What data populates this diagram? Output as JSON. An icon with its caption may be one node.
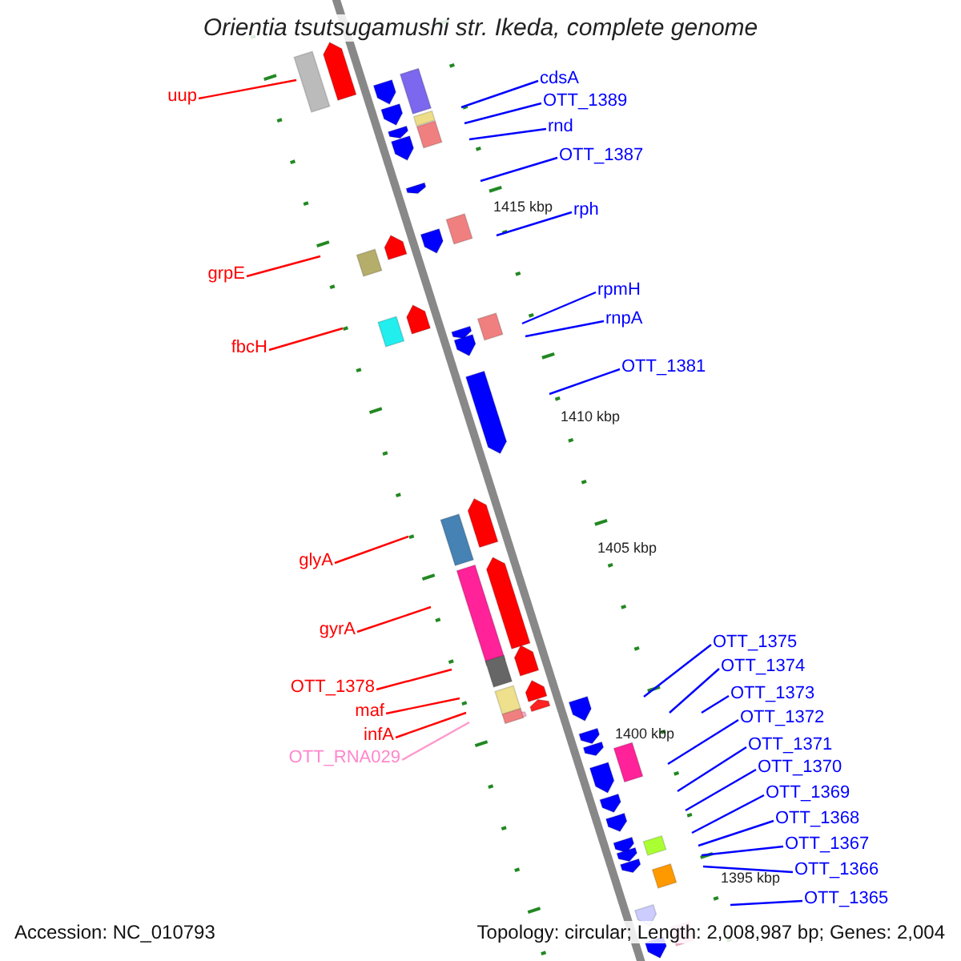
{
  "diagram": {
    "title": "Orientia tsutsugamushi str. Ikeda, complete genome",
    "nodes": [
      {
        "text": [
          "cdsA"
        ]
      },
      {
        "text": [
          "uup"
        ]
      },
      {
        "text": [
          "OTT_1389"
        ]
      },
      {
        "text": [
          "rnd"
        ]
      },
      {
        "text": [
          "OTT_1387"
        ]
      },
      {
        "text": [
          "rph"
        ]
      },
      {
        "text": [
          "grpE"
        ]
      },
      {
        "text": [
          "rpmH"
        ]
      },
      {
        "text": [
          "rnpA"
        ]
      },
      {
        "text": [
          "fbcH"
        ]
      },
      {
        "text": [
          "OTT_1381"
        ]
      },
      {
        "text": [
          "glyA"
        ]
      },
      {
        "text": [
          "gyrA"
        ]
      },
      {
        "text": [
          "OTT_1375"
        ]
      },
      {
        "text": [
          "OTT_1374"
        ]
      },
      {
        "text": [
          "OTT_1378"
        ]
      },
      {
        "text": [
          "OTT_1373"
        ]
      },
      {
        "text": [
          "maf"
        ]
      },
      {
        "text": [
          "OTT_1372"
        ]
      },
      {
        "text": [
          "infA"
        ]
      },
      {
        "text": [
          "OTT_1371"
        ]
      },
      {
        "text": [
          "OTT_RNA029"
        ]
      },
      {
        "text": [
          "OTT_1370"
        ]
      },
      {
        "text": [
          "OTT_1369"
        ]
      },
      {
        "text": [
          "OTT_1368"
        ]
      },
      {
        "text": [
          "OTT_1367"
        ]
      },
      {
        "text": [
          "OTT_1366"
        ]
      },
      {
        "text": [
          "OTT_1365"
        ]
      }
    ],
    "edges": [
      {
        "from": 0,
        "to": null,
        "arrow": "none"
      },
      {
        "from": 1,
        "to": null,
        "arrow": "none",
        "color": "#ff0000"
      },
      {
        "from": 2,
        "to": null,
        "arrow": "none"
      },
      {
        "from": 3,
        "to": null,
        "arrow": "none"
      },
      {
        "from": 4,
        "to": null,
        "arrow": "none"
      },
      {
        "from": 5,
        "to": null,
        "arrow": "none"
      },
      {
        "from": 6,
        "to": null,
        "arrow": "none",
        "color": "#ff0000"
      },
      {
        "from": 7,
        "to": null,
        "arrow": "none"
      },
      {
        "from": 8,
        "to": null,
        "arrow": "none"
      },
      {
        "from": 9,
        "to": null,
        "arrow": "none",
        "color": "#ff0000"
      },
      {
        "from": 10,
        "to": null,
        "arrow": "none"
      },
      {
        "from": 11,
        "to": null,
        "arrow": "none",
        "color": "#ff0000"
      },
      {
        "from": 12,
        "to": null,
        "arrow": "none",
        "color": "#ff0000"
      },
      {
        "from": 13,
        "to": null,
        "arrow": "none"
      },
      {
        "from": 14,
        "to": null,
        "arrow": "none"
      },
      {
        "from": 15,
        "to": null,
        "arrow": "none",
        "color": "#ff0000"
      },
      {
        "from": 16,
        "to": null,
        "arrow": "none"
      },
      {
        "from": 17,
        "to": null,
        "arrow": "none",
        "color": "#ff0000"
      },
      {
        "from": 18,
        "to": null,
        "arrow": "none"
      },
      {
        "from": 19,
        "to": null,
        "arrow": "none",
        "color": "#ff0000"
      },
      {
        "from": 20,
        "to": null,
        "arrow": "none"
      },
      {
        "from": 21,
        "to": null,
        "arrow": "none",
        "color": "#ff99cc"
      },
      {
        "from": 22,
        "to": null,
        "arrow": "none"
      },
      {
        "from": 23,
        "to": null,
        "arrow": "none"
      },
      {
        "from": 24,
        "to": null,
        "arrow": "none"
      },
      {
        "from": 25,
        "to": null,
        "arrow": "none"
      },
      {
        "from": 26,
        "to": null,
        "arrow": "none"
      },
      {
        "from": 27,
        "to": null,
        "arrow": "none"
      }
    ],
    "labels": [
      "1415 kbp",
      "1410 kbp",
      "1405 kbp",
      "1400 kbp",
      "1395 kbp",
      "Accession: NC_010793",
      "Topology: circular; Length: 2,008,987 bp; Genes: 2,004"
    ]
  }
}
